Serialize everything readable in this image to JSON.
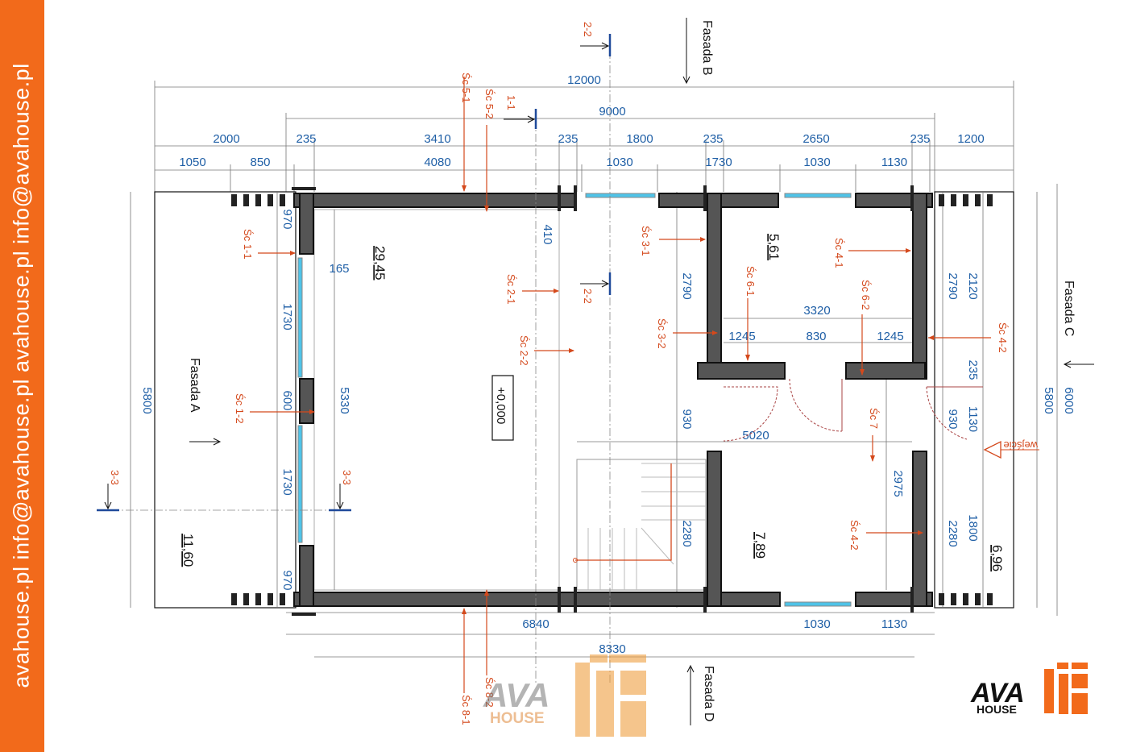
{
  "sidebar": {
    "text": "avahouse.pl    info@avahouse.pl    avahouse.pl    info@avahouse.pl",
    "color": "#f26a1b"
  },
  "facades": {
    "a": "Fasada A",
    "b": "Fasada B",
    "c": "Fasada C",
    "d": "Fasada D"
  },
  "sections": {
    "s11": "1-1",
    "s22": "2-2",
    "s33": "3-3"
  },
  "dims_top": {
    "total": "12000",
    "inner": "9000",
    "row1": [
      "2000",
      "235",
      "3410",
      "235",
      "1800",
      "235",
      "2650",
      "235",
      "1200"
    ],
    "row2": [
      "1050",
      "850",
      "4080",
      "1030",
      "1730",
      "1030",
      "1130"
    ]
  },
  "dims_side": {
    "left_total": "5800",
    "right_total1": "5800",
    "right_total2": "6000",
    "left_wall": [
      "970",
      "1730",
      "600",
      "1730",
      "970"
    ],
    "inner_left": "5330",
    "offset_165": "165",
    "offset_410": "410",
    "room1": [
      "2790",
      "930",
      "2280"
    ],
    "room2": [
      "2790",
      "930",
      "2280"
    ],
    "right": [
      "2120",
      "235",
      "1130",
      "1800"
    ],
    "mid_2975": "2975"
  },
  "dims_inner": {
    "d3320": "3320",
    "d1245a": "1245",
    "d830": "830",
    "d1245b": "1245",
    "d5020": "5020"
  },
  "dims_bottom": {
    "d6840": "6840",
    "d1030": "1030",
    "d1130": "1130",
    "d8330": "8330"
  },
  "walls": {
    "sc11": "Śc 1-1",
    "sc12": "Śc 1-2",
    "sc21": "Śc 2-1",
    "sc22": "Śc 2-2",
    "sc31": "Śc 3-1",
    "sc32": "Śc 3-2",
    "sc41": "Śc 4-1",
    "sc42a": "Śc 4-2",
    "sc42b": "Śc 4-2",
    "sc51": "Śc 5-1",
    "sc52": "Śc 5-2",
    "sc61": "Śc 6-1",
    "sc62": "Śc 6-2",
    "sc7": "Śc 7",
    "sc81": "Śc 8-1",
    "sc82": "Śc 8-2"
  },
  "areas": {
    "main": "29,45",
    "terrace": "11,60",
    "bath": "5,61",
    "hall": "7,89",
    "room": "6,96"
  },
  "level": "+0,000",
  "entrance": "wejście",
  "logo": {
    "ava": "AVA",
    "house": "HOUSE"
  }
}
